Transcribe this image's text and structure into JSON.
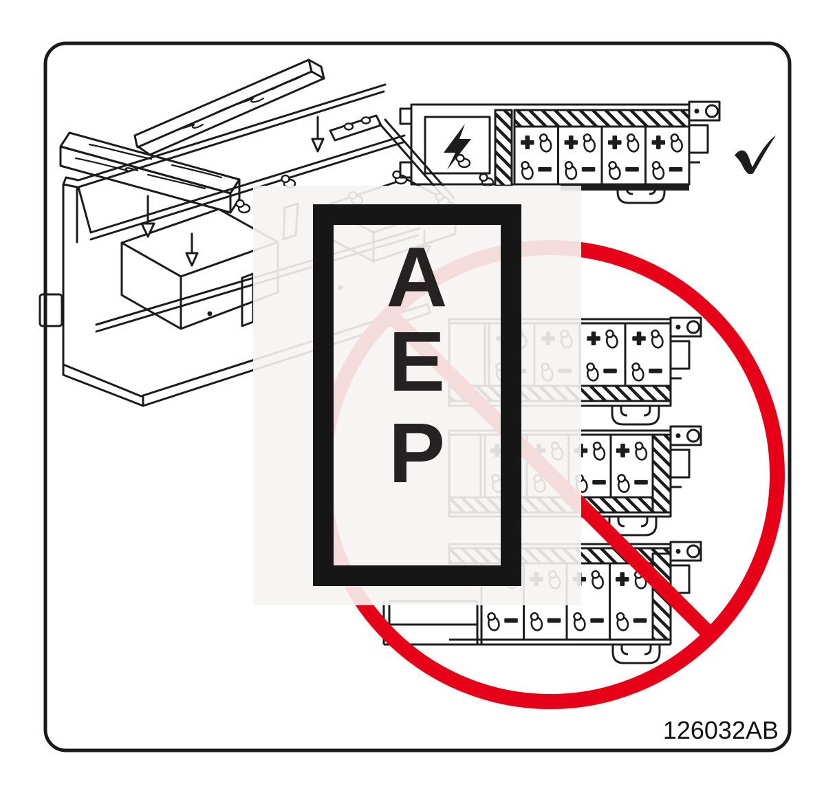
{
  "label": {
    "part_number": "126032AB",
    "stamp": {
      "line1": "A",
      "line2": "E",
      "line3": "P"
    },
    "symbols": {
      "plus": "+",
      "minus": "−"
    },
    "colors": {
      "line": "#1c1c1c",
      "prohibition_red": "#e60018",
      "paper": "#ffffff",
      "overlay_plate": "#f6f4f2",
      "stamp_frame": "#161616"
    },
    "icons": {
      "hazard": "lightning-bolt-icon",
      "correct": "checkmark-icon",
      "prohibited": "no-symbol-icon",
      "press_direction": "down-arrow-icon",
      "terminal": "battery-terminal-icon"
    }
  }
}
